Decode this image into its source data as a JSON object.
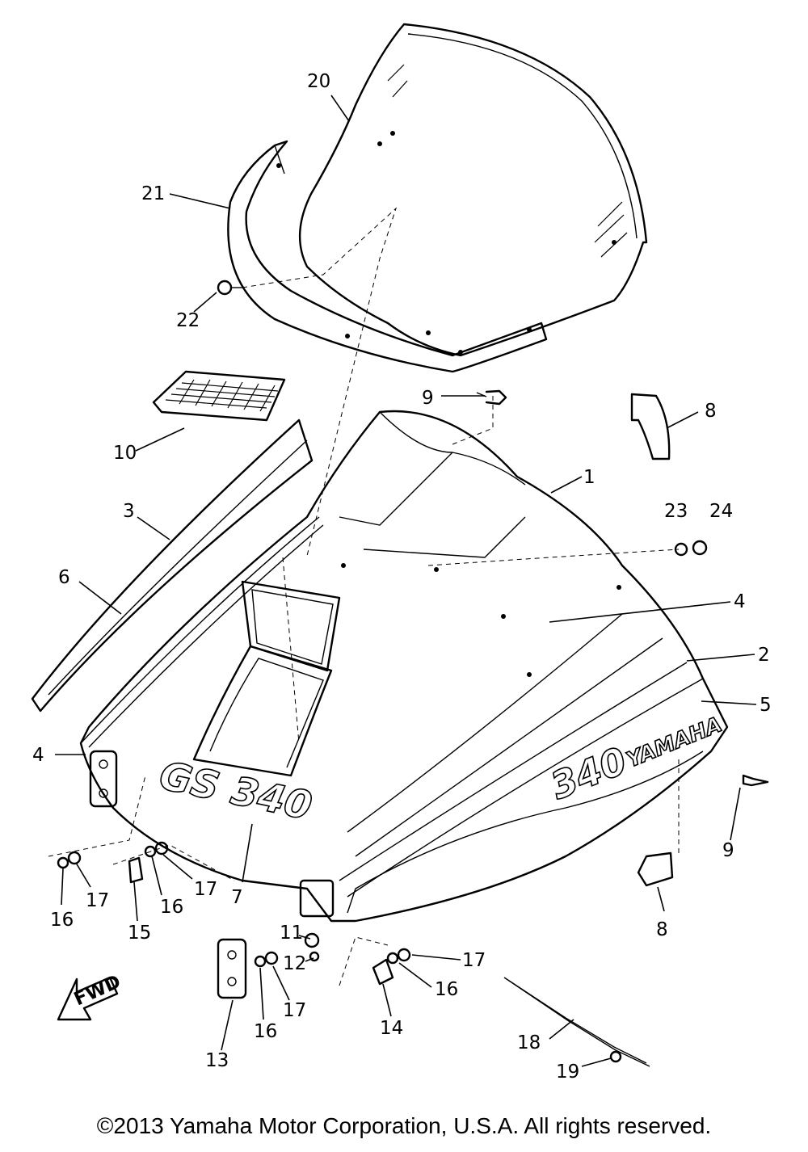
{
  "callouts": [
    {
      "label": "20"
    },
    {
      "label": "21"
    },
    {
      "label": "22"
    },
    {
      "label": "9"
    },
    {
      "label": "8"
    },
    {
      "label": "10"
    },
    {
      "label": "1"
    },
    {
      "label": "3"
    },
    {
      "label": "23"
    },
    {
      "label": "24"
    },
    {
      "label": "6"
    },
    {
      "label": "4"
    },
    {
      "label": "2"
    },
    {
      "label": "5"
    },
    {
      "label": "4"
    },
    {
      "label": "9"
    },
    {
      "label": "16"
    },
    {
      "label": "17"
    },
    {
      "label": "16"
    },
    {
      "label": "17"
    },
    {
      "label": "15"
    },
    {
      "label": "7"
    },
    {
      "label": "8"
    },
    {
      "label": "11"
    },
    {
      "label": "12"
    },
    {
      "label": "17"
    },
    {
      "label": "16"
    },
    {
      "label": "17"
    },
    {
      "label": "16"
    },
    {
      "label": "14"
    },
    {
      "label": "13"
    },
    {
      "label": "18"
    },
    {
      "label": "19"
    }
  ],
  "decals": {
    "hood_side": "GS 340",
    "side_number": "340",
    "side_brand": "YAMAHA",
    "fwd_arrow": "FWD"
  },
  "copyright": "©2013 Yamaha Motor Corporation, U.S.A. All rights reserved."
}
